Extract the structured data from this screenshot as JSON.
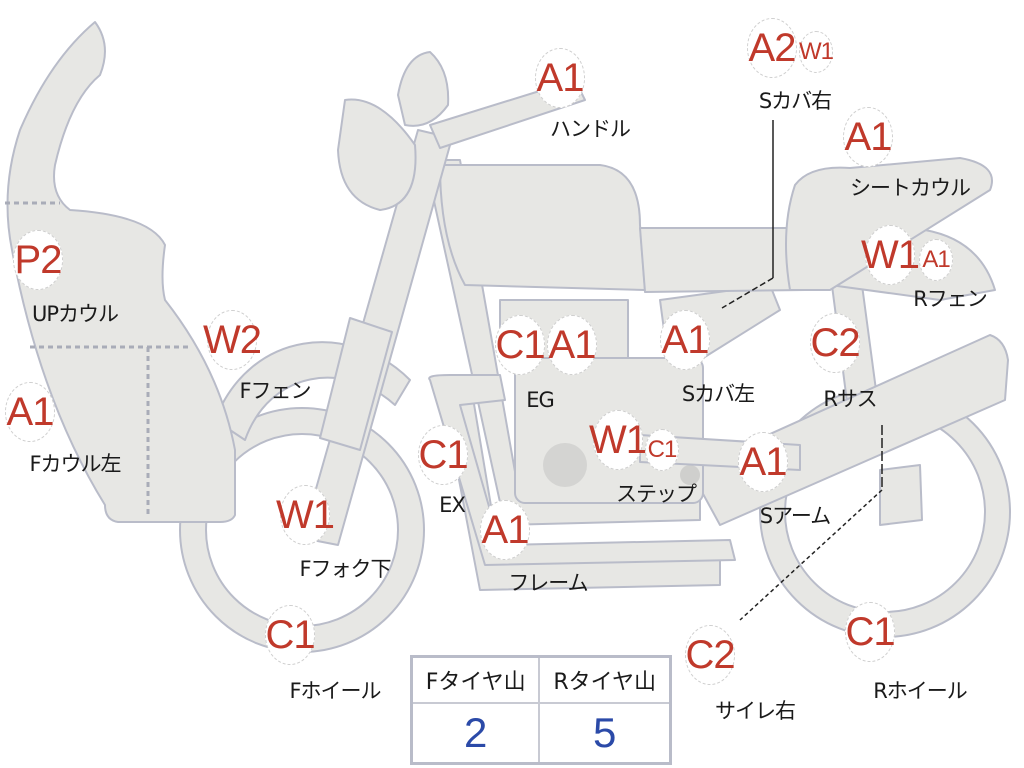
{
  "colors": {
    "part_fill": "#e7e7e4",
    "part_stroke": "#b9bcc9",
    "code": "#c0392b",
    "value": "#2b4aa8"
  },
  "parts": [
    {
      "label": "ハンドル",
      "codes": [
        "A1"
      ]
    },
    {
      "label": "Sカバ右",
      "codes": [
        "A2",
        "W1"
      ]
    },
    {
      "label": "シートカウル",
      "codes": [
        "A1"
      ]
    },
    {
      "label": "Rフェン",
      "codes": [
        "W1",
        "A1"
      ]
    },
    {
      "label": "UPカウル",
      "codes": [
        "P2"
      ]
    },
    {
      "label": "Fフェン",
      "codes": [
        "W2"
      ]
    },
    {
      "label": "Fカウル左",
      "codes": [
        "A1"
      ]
    },
    {
      "label": "EG",
      "codes": [
        "C1",
        "A1"
      ]
    },
    {
      "label": "Sカバ左",
      "codes": [
        "A1"
      ]
    },
    {
      "label": "Rサス",
      "codes": [
        "C2"
      ]
    },
    {
      "label": "EX",
      "codes": [
        "C1"
      ]
    },
    {
      "label": "ステップ",
      "codes": [
        "W1",
        "C1"
      ]
    },
    {
      "label": "Sアーム",
      "codes": [
        "A1"
      ]
    },
    {
      "label": "Fフォク下",
      "codes": [
        "W1"
      ]
    },
    {
      "label": "フレーム",
      "codes": [
        "A1"
      ]
    },
    {
      "label": "Fホイール",
      "codes": [
        "C1"
      ]
    },
    {
      "label": "サイレ右",
      "codes": [
        "C2"
      ]
    },
    {
      "label": "Rホイール",
      "codes": [
        "C1"
      ]
    }
  ],
  "tire_table": {
    "headers": [
      "Fタイヤ山",
      "Rタイヤ山"
    ],
    "values": [
      "2",
      "5"
    ]
  }
}
